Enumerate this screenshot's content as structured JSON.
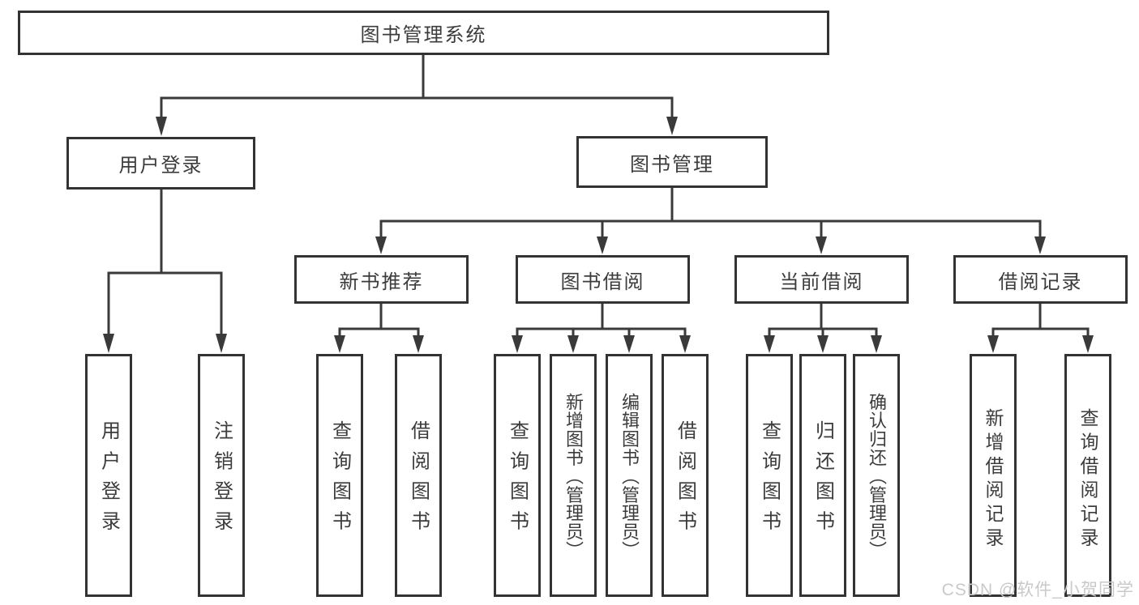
{
  "diagram": {
    "title": "图书管理系统",
    "branches": [
      {
        "label": "用户登录",
        "leaves": [
          "用户登录",
          "注销登录"
        ]
      },
      {
        "label": "图书管理",
        "children": [
          {
            "label": "新书推荐",
            "leaves": [
              "查询图书",
              "借阅图书"
            ]
          },
          {
            "label": "图书借阅",
            "leaves": [
              "查询图书",
              "新增图书（管理员）",
              "编辑图书（管理员）",
              "借阅图书"
            ]
          },
          {
            "label": "当前借阅",
            "leaves": [
              "查询图书",
              "归还图书",
              "确认归还（管理员）"
            ]
          },
          {
            "label": "借阅记录",
            "leaves": [
              "新增借阅记录",
              "查询借阅记录"
            ]
          }
        ]
      }
    ]
  },
  "watermark": {
    "text": "CSDN @软件_小贺同学"
  },
  "colors": {
    "line": "#3a3a3a",
    "box_border": "#333333",
    "box_background": "#ffffff",
    "text": "#3c3c3c",
    "watermark": "#c9c9c9"
  }
}
